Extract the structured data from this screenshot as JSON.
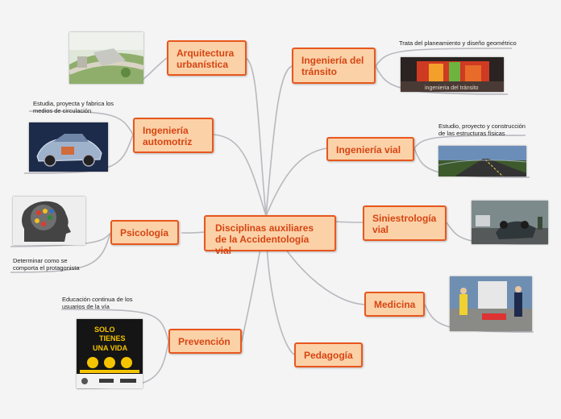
{
  "center": "Disciplinas auxiliares de la Accidentología vial",
  "branches": {
    "arquitectura": {
      "label": "Arquitectura urbanística"
    },
    "transito": {
      "label": "Ingeniería del tránsito",
      "note": "Trata del planeamiento y diseño geométrico",
      "img_text": "ingenieria del tránsito"
    },
    "automotriz": {
      "label": "Ingeniería automotriz",
      "note": "Estudia, proyecta y fabrica los medios de circulación"
    },
    "vial": {
      "label": "Ingeniería vial",
      "note": "Estudio, proyecto y construcción de las estructuras físicas"
    },
    "psicologia": {
      "label": "Psicología",
      "note": "Determinar como se comporta el protagonista"
    },
    "siniestrologia": {
      "label": "Siniestrología vial"
    },
    "medicina": {
      "label": "Medicina"
    },
    "prevencion": {
      "label": "Prevención",
      "note": "Educación continua de los usuarios de la vía",
      "poster": {
        "line1": "SOLO",
        "line2": "TIENES",
        "line3": "UNA VIDA"
      }
    },
    "pedagogia": {
      "label": "Pedagogía"
    }
  },
  "colors": {
    "node_fill": "#fbd1a8",
    "node_border": "#e8571d",
    "node_text": "#d64512",
    "link": "#b8b8bf"
  }
}
